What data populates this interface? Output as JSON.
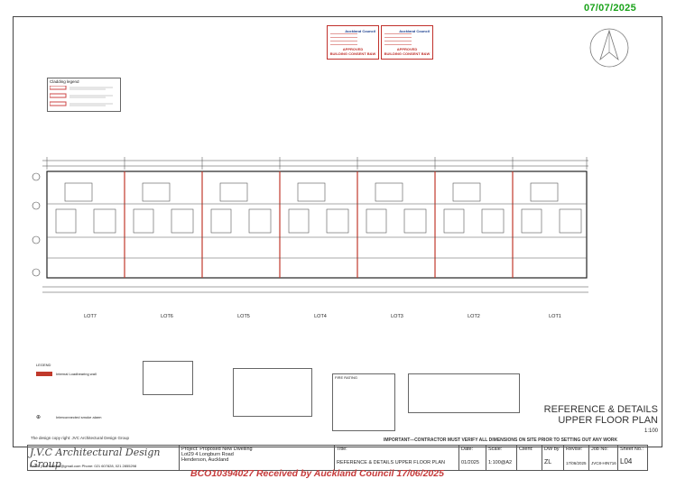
{
  "header": {
    "date": "07/07/2025"
  },
  "stamps": [
    {
      "brand": "Auckland Council",
      "status": "APPROVED",
      "subtitle": "BUILDING CONSENT B&W"
    },
    {
      "brand": "Auckland Council",
      "status": "APPROVED",
      "subtitle": "BUILDING CONSENT B&W"
    }
  ],
  "cladding_legend": {
    "title": "Cladding legend"
  },
  "lots": [
    {
      "name": "LOT7"
    },
    {
      "name": "LOT6"
    },
    {
      "name": "LOT5"
    },
    {
      "name": "LOT4"
    },
    {
      "name": "LOT3"
    },
    {
      "name": "LOT2"
    },
    {
      "name": "LOT1"
    }
  ],
  "legend": {
    "title": "LEGEND",
    "items": [
      "Internal Loadbearing wall",
      "Interconnected smoke alarm"
    ]
  },
  "fire_rating_table": {
    "title": "FIRE RATING"
  },
  "drawing_title": {
    "line1": "REFERENCE & DETAILS",
    "line2": "UPPER FLOOR PLAN",
    "scale": "1:100"
  },
  "bottom": {
    "copyright": "The design copy right: JVC Architectural Design Group",
    "important": "IMPORTANT---CONTRACTOR MUST VERIFY ALL DIMENSIONS ON SITE PRIOR TO SETTING OUT ANY WORK"
  },
  "title_block": {
    "firm": "J.V.C Architectural Design Group",
    "contact": "Email: jvcarchitects@gmail.com  Phone: 021 607828, 021 2855298",
    "project_label": "Project:",
    "project": "Proposed New Dwelling",
    "address1": "Lot29 4 Longburn Road",
    "address2": "Henderson, Auckland",
    "title_label": "Title:",
    "title": "REFERENCE & DETAILS UPPER FLOOR PLAN",
    "date_label": "Date:",
    "date": "01/2025",
    "scale_label": "Scale:",
    "scale": "1:100@A2",
    "client_label": "Client:",
    "drawn_label": "DW by",
    "drawn": "ZL",
    "revise_label": "Revise:",
    "revise": "17/06/2025",
    "job_label": "Job No:",
    "job": "JVC8-HIN716",
    "sheet_label": "Sheet No.:",
    "sheet": "L04"
  },
  "watermark": "BCO10394027 Received by Auckland Council 17/06/2025"
}
